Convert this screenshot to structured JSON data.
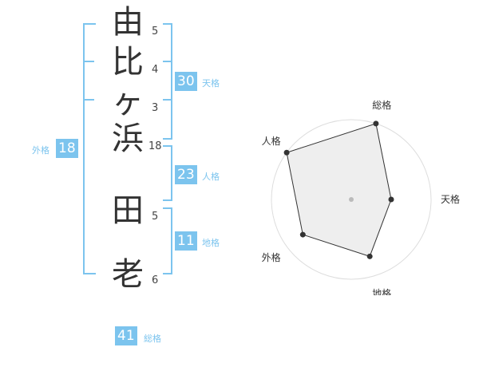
{
  "name": {
    "characters": [
      {
        "char": "由",
        "strokes": "5"
      },
      {
        "char": "比",
        "strokes": "4"
      },
      {
        "char": "ヶ",
        "strokes": "3"
      },
      {
        "char": "浜",
        "strokes": "18"
      },
      {
        "char": "田",
        "strokes": "5"
      },
      {
        "char": "老",
        "strokes": "6"
      }
    ]
  },
  "scores": {
    "tenkaku": {
      "value": "30",
      "label": "天格"
    },
    "jinkaku": {
      "value": "23",
      "label": "人格"
    },
    "chikaku": {
      "value": "11",
      "label": "地格"
    },
    "gaikaku": {
      "value": "18",
      "label": "外格"
    },
    "soukaku": {
      "value": "41",
      "label": "総格"
    }
  },
  "colors": {
    "accent": "#7cc4ee",
    "text": "#333333"
  },
  "chart_data": {
    "type": "radar",
    "axes": [
      "総格",
      "天格",
      "地格",
      "外格",
      "人格"
    ],
    "series": [
      {
        "values": [
          4,
          2,
          3,
          3,
          4
        ]
      }
    ],
    "range": [
      0,
      4
    ]
  }
}
